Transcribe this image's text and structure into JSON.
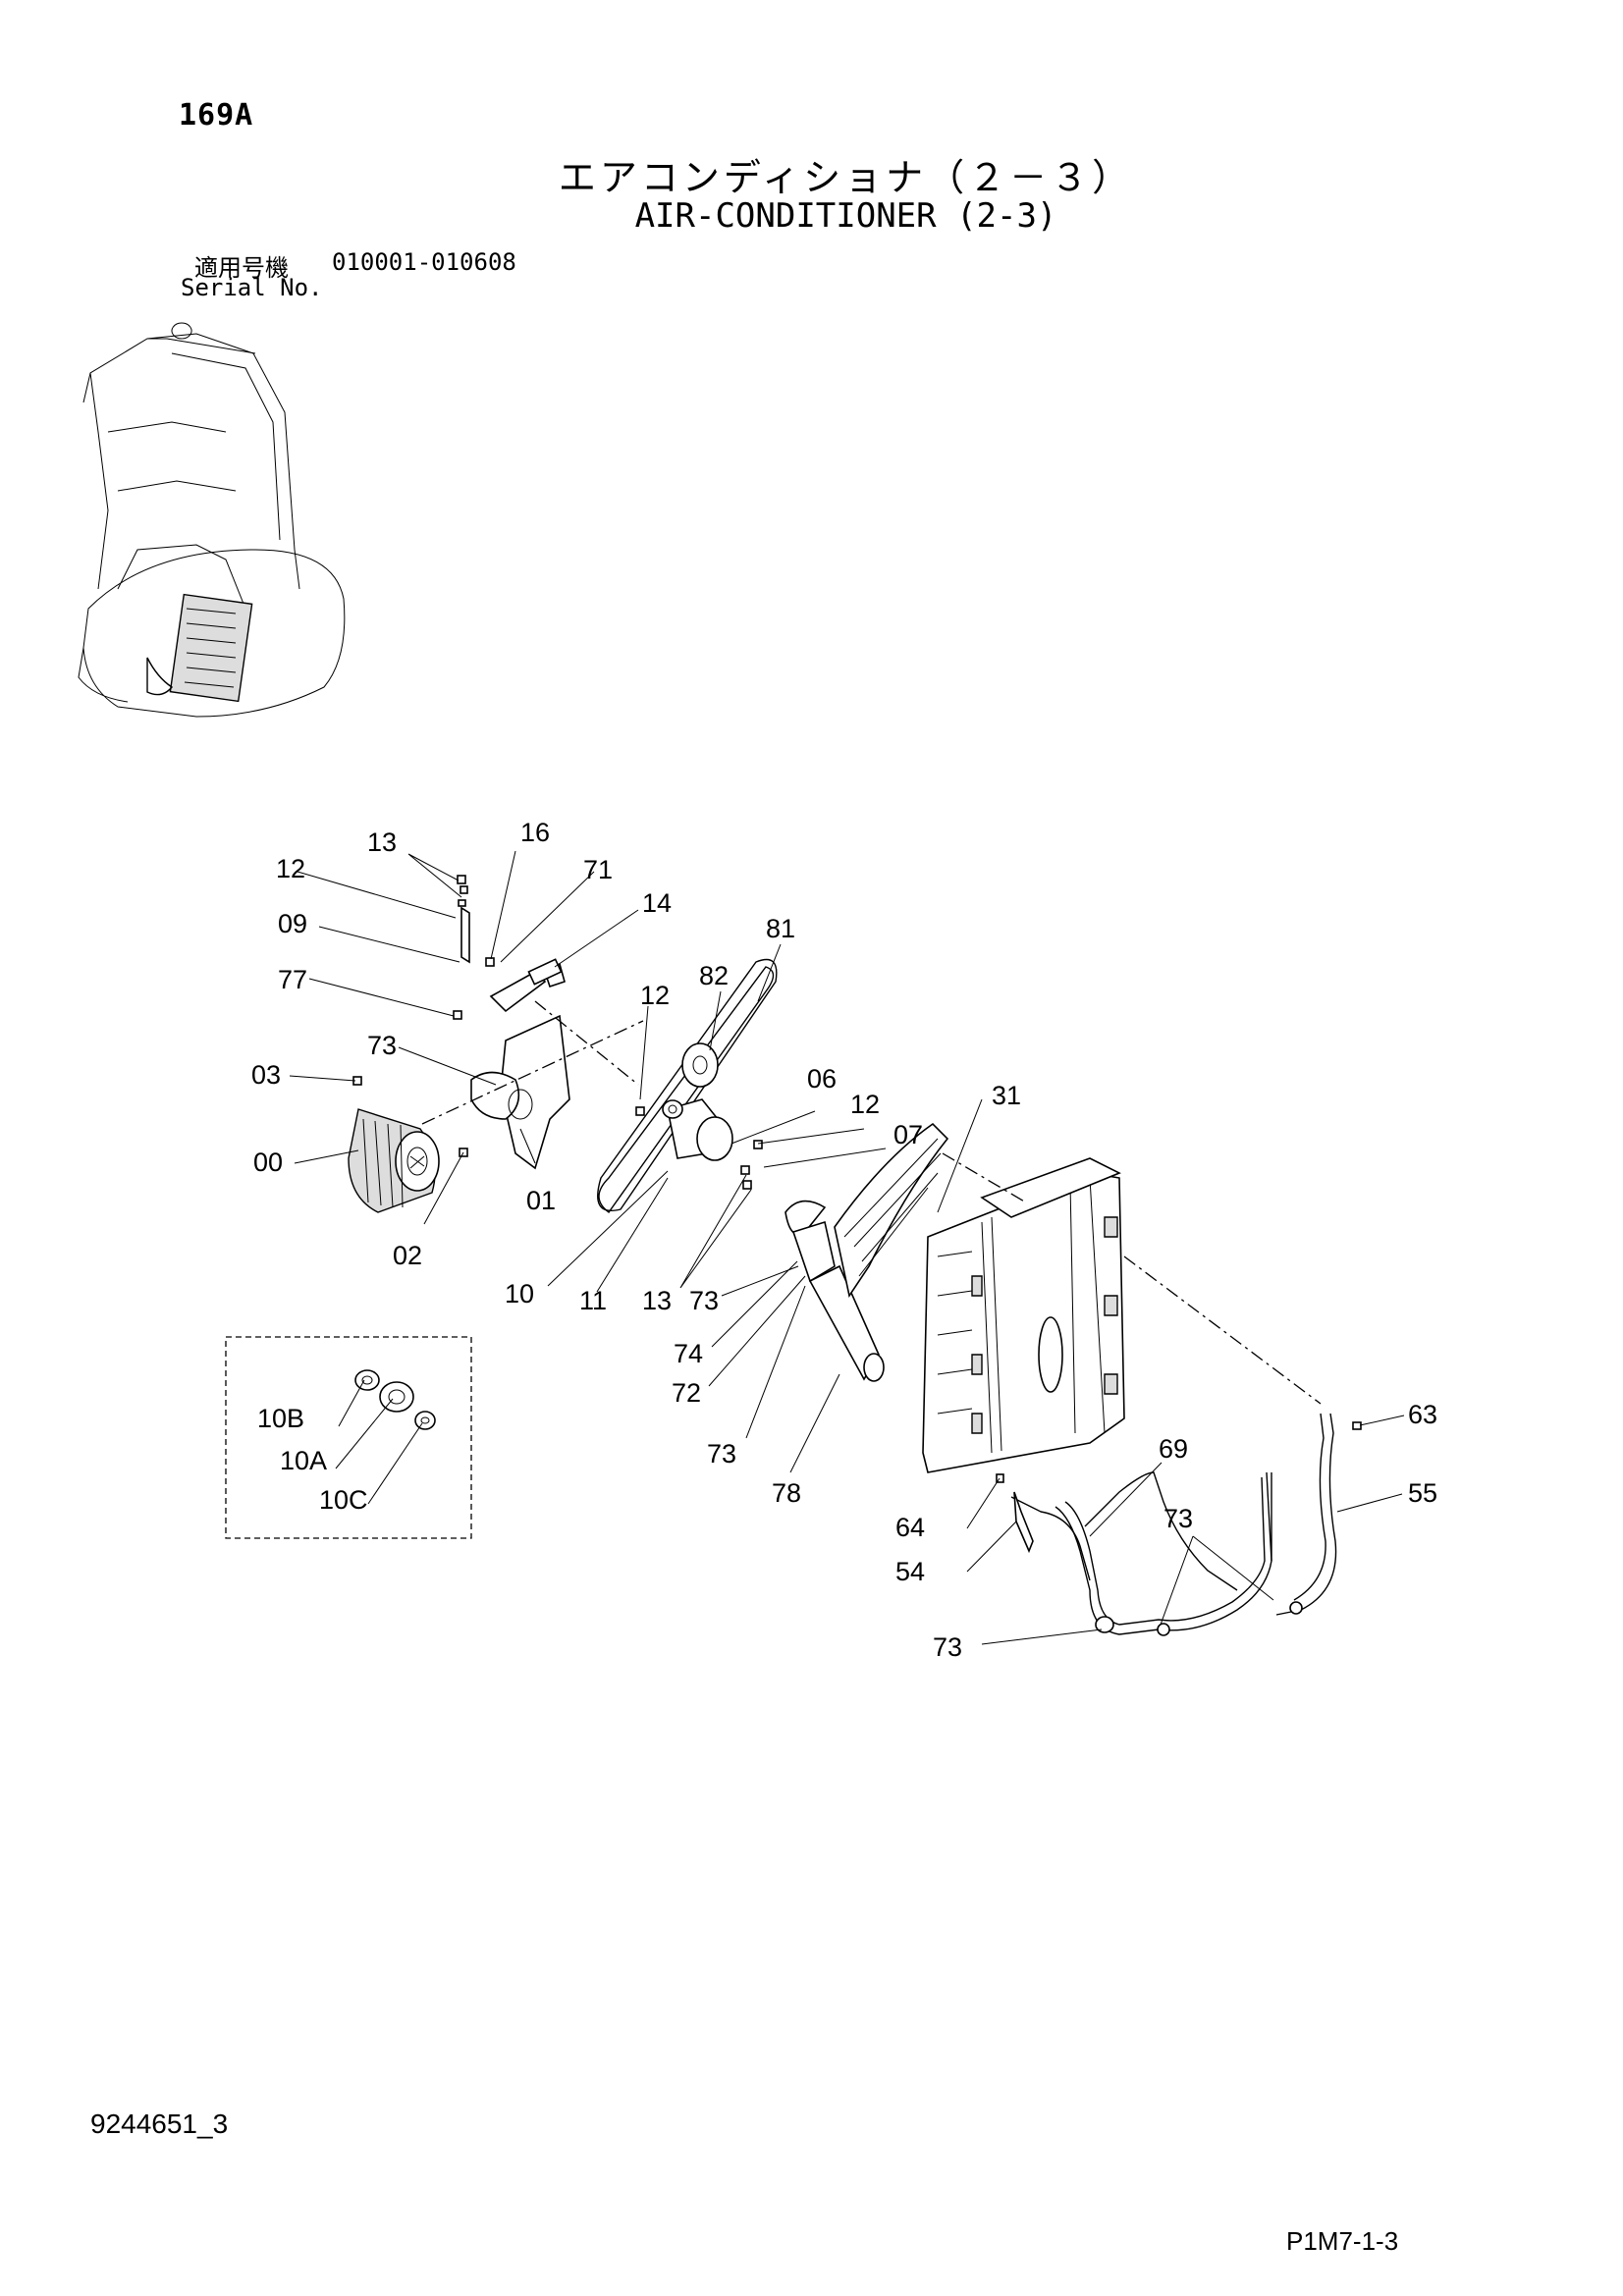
{
  "header": {
    "page_code": "169A",
    "title_jp": "エアコンディショナ（２－３）",
    "title_en": "AIR-CONDITIONER (2-3)",
    "serial_label_jp": "適用号機",
    "serial_range": "010001-010608",
    "serial_label_en": "Serial No."
  },
  "footer": {
    "doc_number": "9244651_3",
    "page_ref": "P1M7-1-3"
  },
  "callouts": [
    "13",
    "16",
    "12",
    "71",
    "09",
    "14",
    "81",
    "77",
    "12",
    "82",
    "73",
    "03",
    "06",
    "12",
    "07",
    "31",
    "00",
    "01",
    "02",
    "10",
    "11",
    "13",
    "73",
    "74",
    "72",
    "10B",
    "10A",
    "10C",
    "73",
    "78",
    "63",
    "69",
    "55",
    "64",
    "73",
    "54",
    "73"
  ]
}
